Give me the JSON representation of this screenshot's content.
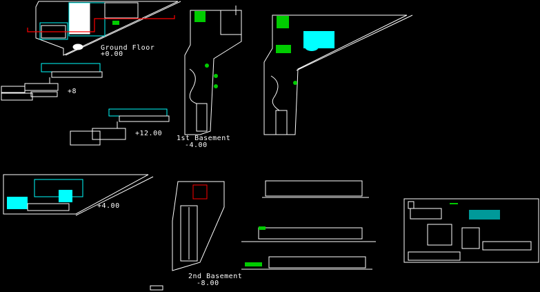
{
  "labels": {
    "ground_floor": "Ground Floor",
    "ground_level": "+0.00",
    "level_8": "+8",
    "level_12": "+12.00",
    "basement1": "1st Basement",
    "basement1_level": "-4.00",
    "level_4": "+4.00",
    "basement2": "2nd Basement",
    "basement2_level": "-8.00"
  },
  "colors": {
    "background": "#000000",
    "lines": "#ffffff",
    "cyan": "#00ffff",
    "green": "#00c000",
    "red": "#ff0000"
  }
}
